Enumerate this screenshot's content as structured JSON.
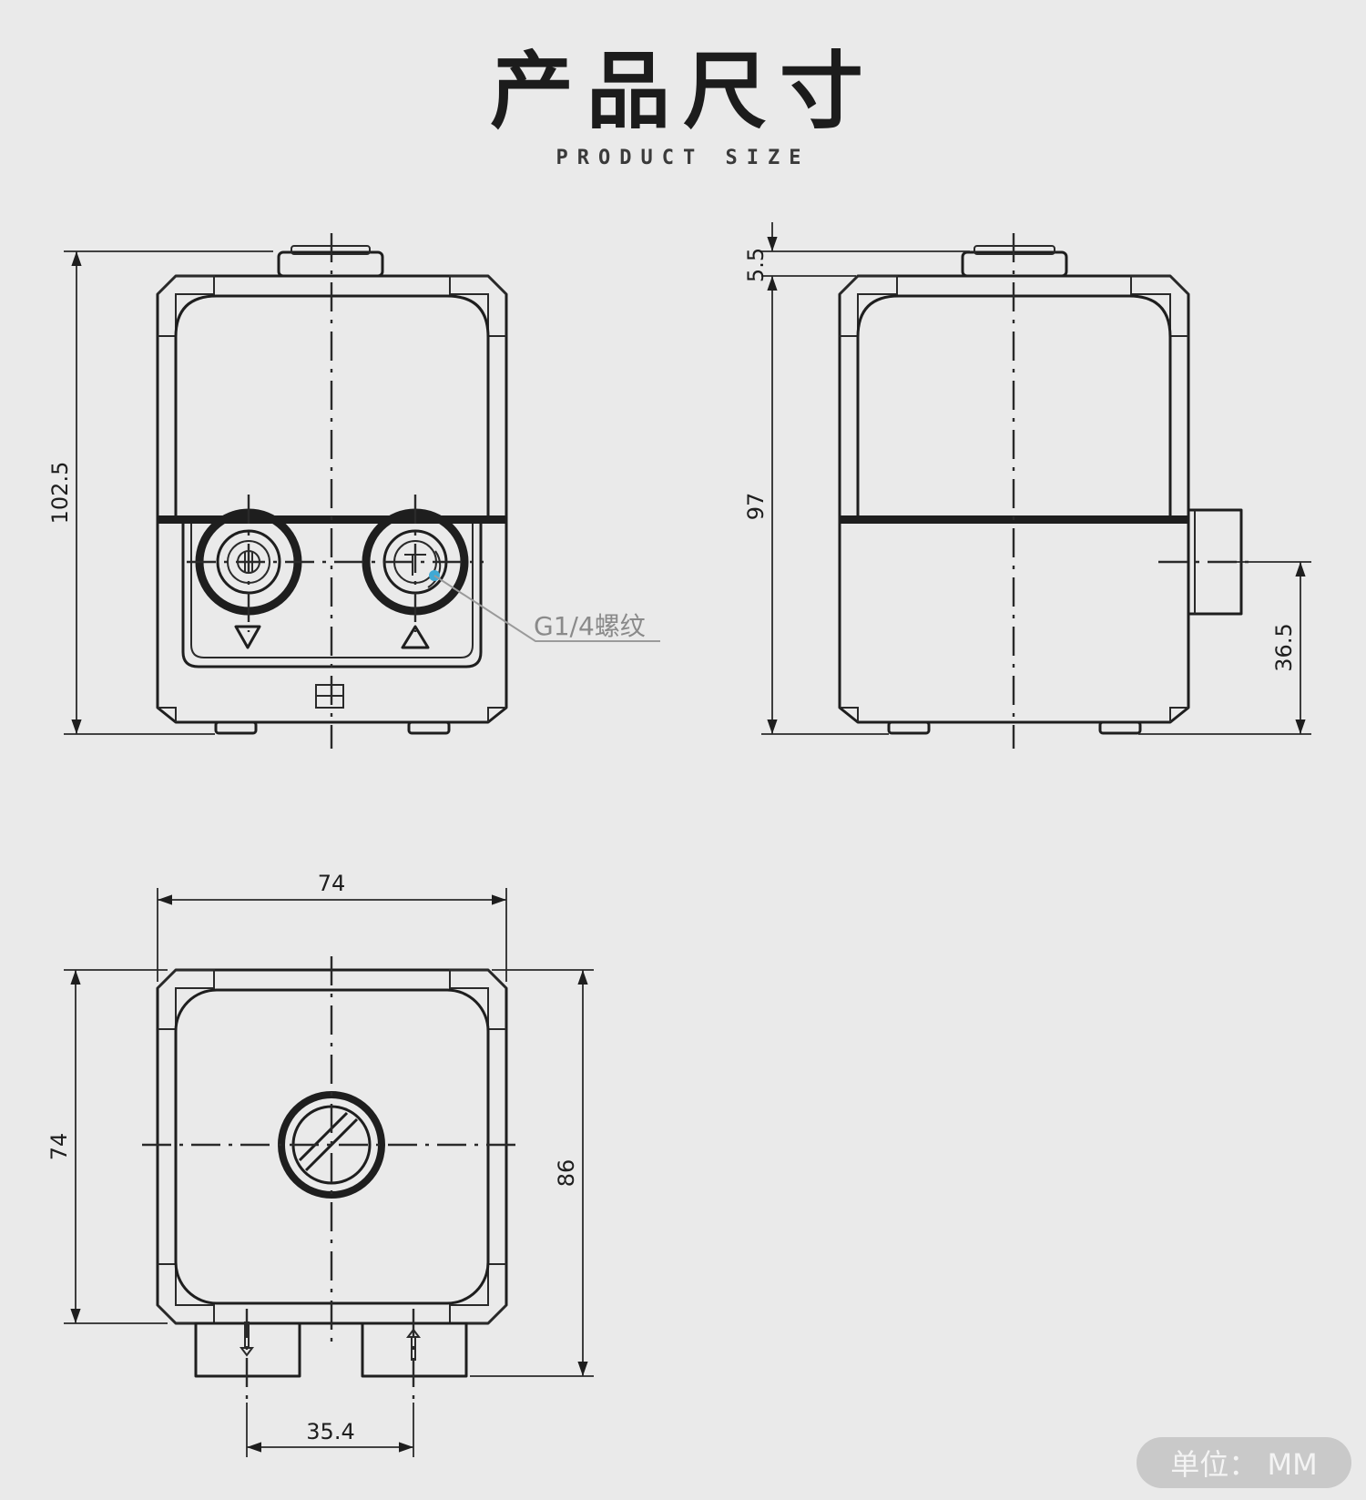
{
  "header": {
    "title": "产品尺寸",
    "subtitle": "PRODUCT SIZE"
  },
  "front_view": {
    "height_label": "102.5",
    "callout_label": "G1/4螺纹"
  },
  "side_view": {
    "top_offset_label": "5.5",
    "body_height_label": "97",
    "port_height_label": "36.5"
  },
  "bottom_view": {
    "width_label": "74",
    "depth_label": "74",
    "overall_depth_label": "86",
    "port_spacing_label": "35.4"
  },
  "unit_badge": "单位： MM",
  "colors": {
    "background": "#eaeaea",
    "line": "#1e1e1e",
    "callout_dot": "#3fa9d4",
    "badge": "#c9c9c9"
  }
}
